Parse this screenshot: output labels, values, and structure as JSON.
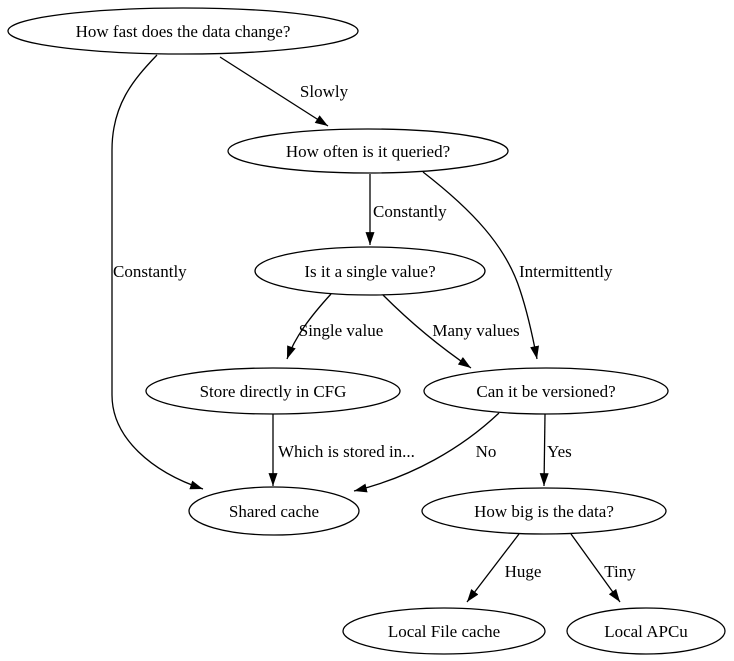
{
  "diagram": {
    "type": "flowchart",
    "background": "#ffffff",
    "node_fill": "#ffffff",
    "stroke_color": "#000000",
    "text_color": "#000000",
    "nodes": {
      "q_change": {
        "label": "How fast does the data change?"
      },
      "q_queried": {
        "label": "How often is it queried?"
      },
      "q_single": {
        "label": "Is it a single value?"
      },
      "store_cfg": {
        "label": "Store directly in CFG"
      },
      "q_versioned": {
        "label": "Can it be versioned?"
      },
      "shared_cache": {
        "label": "Shared cache"
      },
      "q_big": {
        "label": "How big is the data?"
      },
      "local_file": {
        "label": "Local File cache"
      },
      "local_apcu": {
        "label": "Local APCu"
      }
    },
    "edges": [
      {
        "from": "q_change",
        "to": "q_queried",
        "label": "Slowly"
      },
      {
        "from": "q_change",
        "to": "shared_cache",
        "label": "Constantly"
      },
      {
        "from": "q_queried",
        "to": "q_single",
        "label": "Constantly"
      },
      {
        "from": "q_queried",
        "to": "q_versioned",
        "label": "Intermittently"
      },
      {
        "from": "q_single",
        "to": "store_cfg",
        "label": "Single value"
      },
      {
        "from": "q_single",
        "to": "q_versioned",
        "label": "Many values"
      },
      {
        "from": "store_cfg",
        "to": "shared_cache",
        "label": "Which is stored in..."
      },
      {
        "from": "q_versioned",
        "to": "shared_cache",
        "label": "No"
      },
      {
        "from": "q_versioned",
        "to": "q_big",
        "label": "Yes"
      },
      {
        "from": "q_big",
        "to": "local_file",
        "label": "Huge"
      },
      {
        "from": "q_big",
        "to": "local_apcu",
        "label": "Tiny"
      }
    ]
  }
}
